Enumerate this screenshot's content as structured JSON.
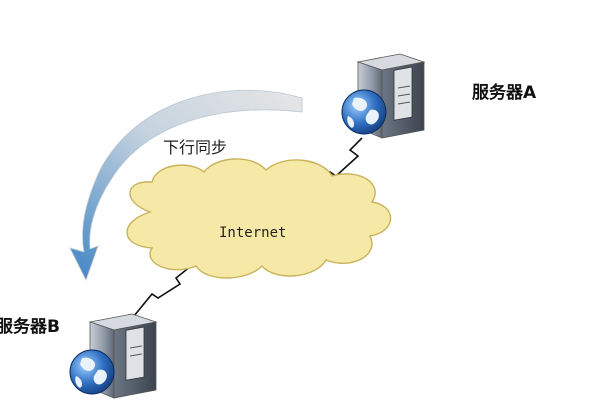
{
  "labels": {
    "server_a": "服务器A",
    "server_b": "服务器B",
    "sync": "下行同步",
    "cloud": "Internet"
  },
  "colors": {
    "cloud_fill": "#f6e8a6",
    "cloud_stroke": "#c9b35a",
    "arrow_light": "#d9d9d9",
    "arrow_dark": "#4a8fc8",
    "server_body": "#7f8a98",
    "globe_blue": "#2f6fc0"
  },
  "icons": [
    "server-a-icon",
    "server-b-icon",
    "globe-icon"
  ]
}
